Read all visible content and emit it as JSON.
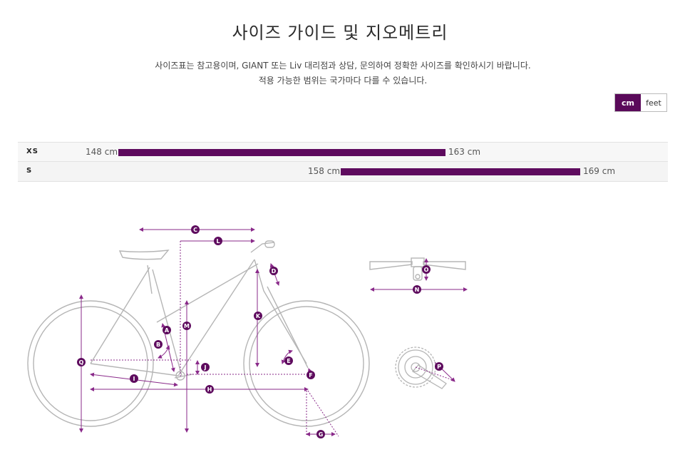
{
  "page": {
    "title": "사이즈 가이드 및 지오메트리",
    "description_line1": "사이즈표는 참고용이며, GIANT 또는 Liv 대리점과 상담, 문의하여 정확한 사이즈를 확인하시기 바랍니다.",
    "description_line2": "적용 가능한 범위는 국가마다 다를 수 있습니다."
  },
  "units": {
    "cm_label": "cm",
    "feet_label": "feet",
    "selected": "cm"
  },
  "size_chart": {
    "rows": [
      {
        "size": "XS",
        "min": 148,
        "max": 163,
        "min_label": "148 cm",
        "max_label": "163 cm"
      },
      {
        "size": "S",
        "min": 158,
        "max": 169,
        "min_label": "158 cm",
        "max_label": "169 cm"
      }
    ]
  },
  "geometry": {
    "markers": [
      "A",
      "B",
      "C",
      "D",
      "E",
      "F",
      "G",
      "H",
      "I",
      "J",
      "K",
      "L",
      "M",
      "N",
      "O",
      "P",
      "Q"
    ]
  },
  "colors": {
    "accent": "#5e0b5e",
    "line": "#8a2a8a",
    "frame": "#b8b8b8"
  }
}
